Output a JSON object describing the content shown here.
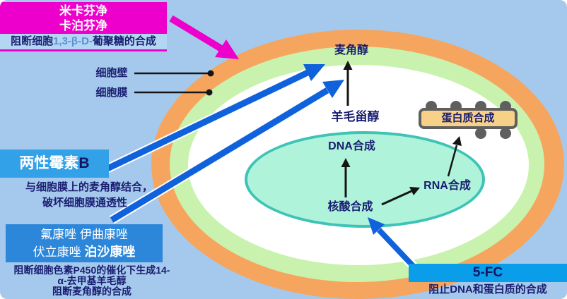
{
  "diagram": {
    "echinocandins": {
      "drug1": "米卡芬净",
      "drug2": "卡泊芬净",
      "mechanism_prefix": "阻断细胞",
      "mechanism_highlight": "1,3-β-D-",
      "mechanism_suffix": "葡聚糖的合成"
    },
    "cell": {
      "wall_label": "细胞壁",
      "membrane_label": "细胞膜"
    },
    "pathways": {
      "ergosterol": "麦角醇",
      "lanosterol": "羊毛甾醇",
      "dna": "DNA合成",
      "rna": "RNA合成",
      "nucleic_acid": "核酸合成",
      "protein": "蛋白质合成"
    },
    "amphotericin": {
      "name": "两性霉素",
      "name_b": "B",
      "desc1": "与细胞膜上的麦角醇结合，",
      "desc2": "破坏细胞膜通透性"
    },
    "azoles": {
      "line1": "氟康唑  伊曲康唑",
      "line2a": "伏立康唑 ",
      "line2b": "泊沙康唑",
      "desc1": "阻断细胞色素P450的催化下生成14-",
      "desc2": "α-去甲基羊毛醇",
      "desc3": "阻断麦角醇的合成"
    },
    "flucytosine": {
      "name": "5-FC",
      "desc": "阻止DNA和蛋白质的合成"
    },
    "colors": {
      "background": "#a5c9ec",
      "magenta_accent": "#ee00cc",
      "blue_arrow": "#0f62dc",
      "cell_wall_orange": "#f6a55f",
      "membrane_green": "#c9f2ae",
      "nucleus_mint": "#aef3da",
      "nucleus_border_teal": "#3ec3b6",
      "protein_box_tan": "#f8d189",
      "amphotericin_box_blue": "#33a1e8",
      "azole_box_blue": "#2c86d9",
      "flucytosine_box_blue": "#0a9de9",
      "text_navy": "#191d70"
    }
  }
}
